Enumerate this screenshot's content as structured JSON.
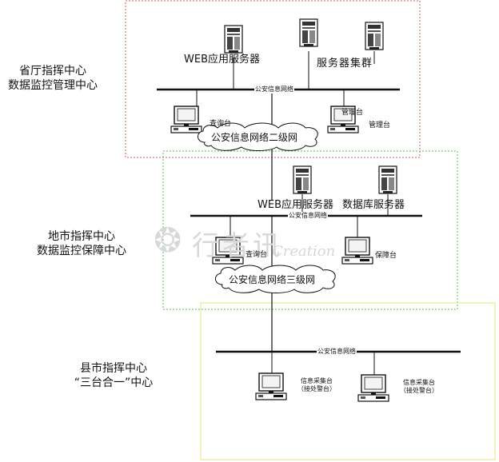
{
  "colors": {
    "province_border": "#e35a5a",
    "city_border": "#4cc44c",
    "county_border": "#e8e88a"
  },
  "side_labels": {
    "province": [
      "省厅指挥中心",
      "数据监控管理中心"
    ],
    "city": [
      "地市指挥中心",
      "数据监控保障中心"
    ],
    "county": [
      "县市指挥中心",
      "“三台合一”中心"
    ]
  },
  "province": {
    "web_server": "WEB应用服务器",
    "server_cluster": "服务器集群",
    "bus": "公安信息网络",
    "query_terminal": "查询台",
    "mgmt_terminal_top": "管理台",
    "mgmt_terminal": "管理台",
    "cloud": "公安信息网络二级网"
  },
  "city": {
    "web_server": "WEB应用服务器",
    "db_server": "数据库服务器",
    "bus": "公安信息网络",
    "query_terminal": "查询台",
    "support_terminal": "保障台",
    "cloud": "公安信息网络三级网"
  },
  "county": {
    "bus": "公安信息网络",
    "collect1": [
      "信息采集台",
      "（接处警台）"
    ],
    "collect2": [
      "信息采集台",
      "（接处警台）"
    ]
  },
  "watermark": {
    "main": "行者讯",
    "sub": "Creation"
  }
}
